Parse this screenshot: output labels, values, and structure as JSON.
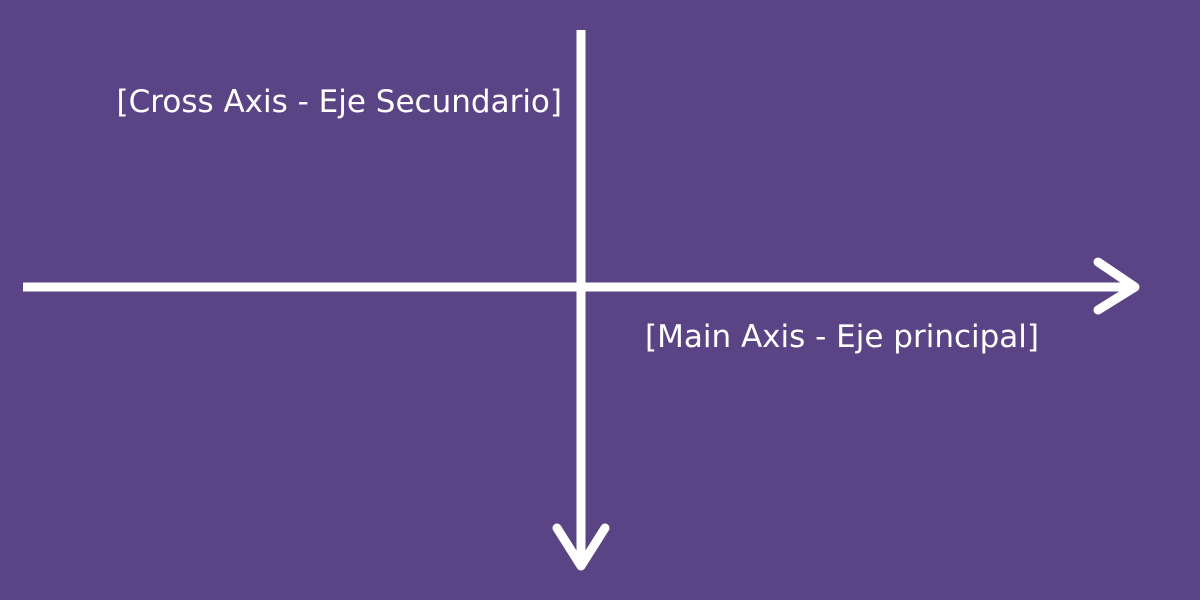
{
  "diagram": {
    "background_color": "#5a4486",
    "line_color": "#ffffff",
    "labels": {
      "cross_axis": "[Cross Axis - Eje Secundario]",
      "main_axis": "[Main Axis - Eje principal]"
    },
    "main_axis": {
      "direction": "right",
      "arrowhead": "chevron-right-icon"
    },
    "cross_axis": {
      "direction": "down",
      "arrowhead": "chevron-down-icon"
    }
  }
}
